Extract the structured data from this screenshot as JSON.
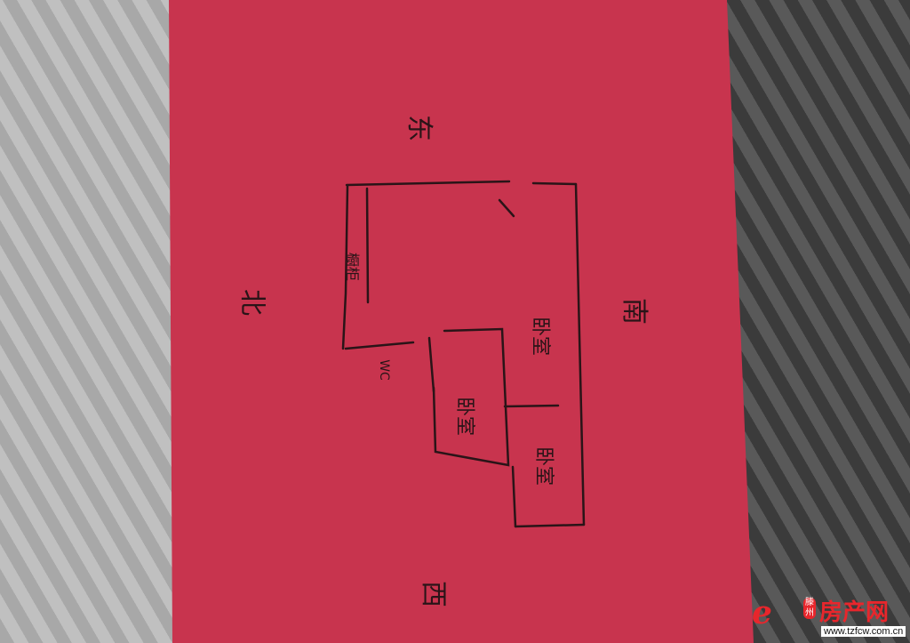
{
  "directions": {
    "east": "东",
    "west": "西",
    "south": "南",
    "north": "北"
  },
  "rooms": {
    "bedroom_upper": "卧室",
    "bedroom_middle": "卧室",
    "bedroom_lower": "卧室",
    "wc": "WC",
    "cabinet": "橱柜"
  },
  "watermark": {
    "city": "滕州",
    "name": "房产网",
    "url": "www.tzfcw.com.cn"
  },
  "colors": {
    "paper": "#c8344e",
    "ink": "#2a1418",
    "watermark": "#e8262c"
  }
}
